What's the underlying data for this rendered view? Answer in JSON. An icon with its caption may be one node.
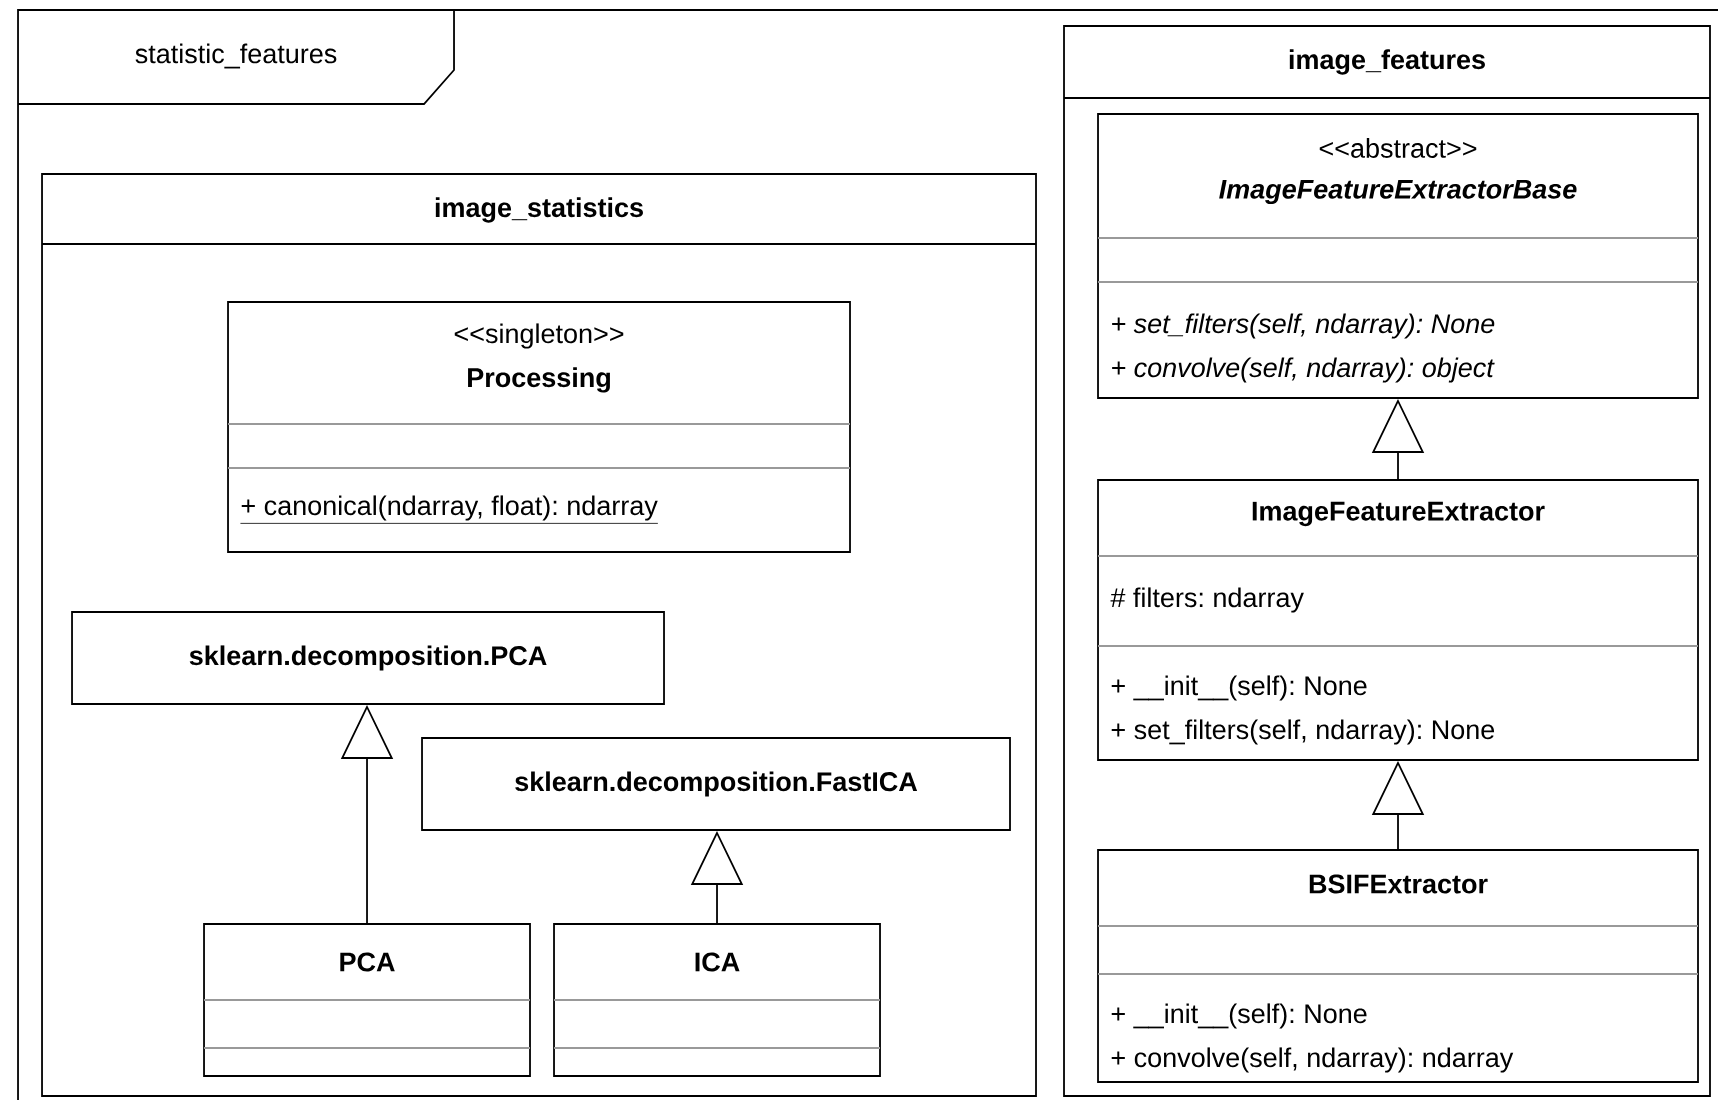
{
  "diagram": {
    "nodes": [
      {
        "text": [
          "statistic_features"
        ]
      },
      {
        "text": [
          "image_statistics"
        ],
        "in": 0
      },
      {
        "text": [
          "<<singleton>>",
          "Processing",
          "+ canonical(ndarray, float): ndarray"
        ],
        "in": 1
      },
      {
        "text": [
          "sklearn.decomposition.PCA"
        ],
        "in": 1
      },
      {
        "text": [
          "sklearn.decomposition.FastICA"
        ],
        "in": 1
      },
      {
        "text": [
          "PCA"
        ],
        "in": 1
      },
      {
        "text": [
          "ICA"
        ],
        "in": 1
      },
      {
        "text": [
          "image_features"
        ],
        "in": 0
      },
      {
        "text": [
          "<<abstract>>",
          "ImageFeatureExtractorBase",
          "+ set_filters(self, ndarray): None",
          "+ convolve(self, ndarray): object"
        ],
        "in": 7
      },
      {
        "text": [
          "ImageFeatureExtractor",
          "# filters: ndarray",
          "+ __init__(self): None",
          "+ set_filters(self, ndarray): None"
        ],
        "in": 7
      },
      {
        "text": [
          "BSIFExtractor",
          "+ __init__(self): None",
          "+ convolve(self, ndarray): ndarray"
        ],
        "in": 7
      }
    ],
    "edges": [
      {
        "from": 5,
        "to": 3,
        "arrow": "to"
      },
      {
        "from": 6,
        "to": 4,
        "arrow": "to"
      },
      {
        "from": 9,
        "to": 8,
        "arrow": "to"
      },
      {
        "from": 10,
        "to": 9,
        "arrow": "to"
      }
    ]
  }
}
